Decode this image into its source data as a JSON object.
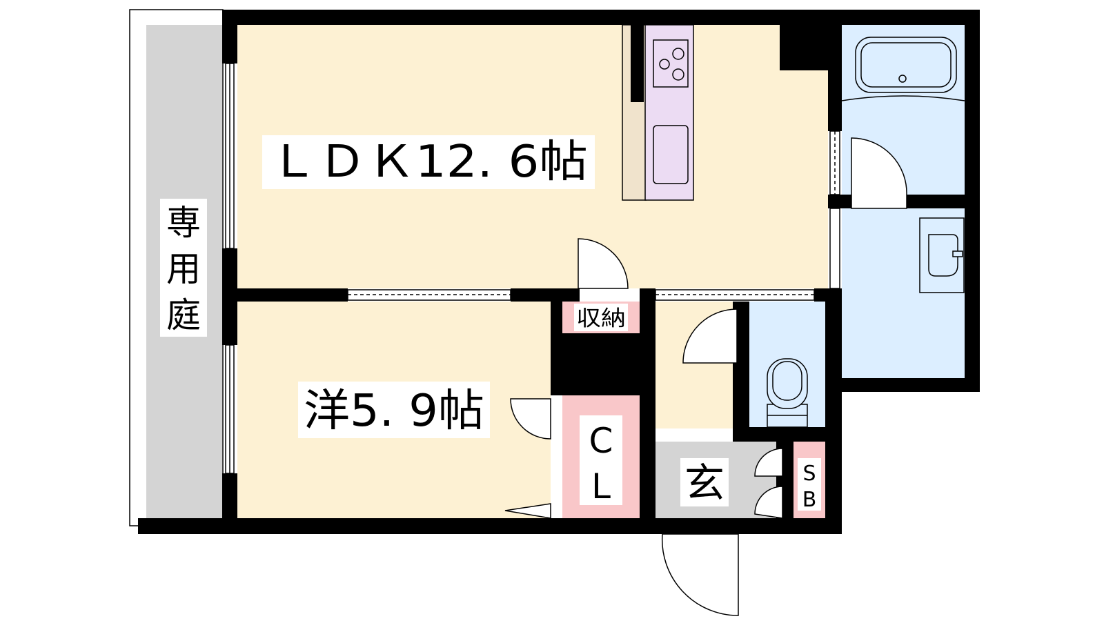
{
  "rooms": {
    "ldk": "ＬＤＫ12. 6帖",
    "western": "洋5. 9帖",
    "storage": "収納",
    "closet_c": "C",
    "closet_l": "L",
    "entrance": "玄",
    "shoebox_s": "S",
    "shoebox_b": "B",
    "garden": [
      "専",
      "用",
      "庭"
    ]
  },
  "colors": {
    "living": "#fdf1d3",
    "kitchen": "#ecdcf3",
    "counter": "#f0e3cc",
    "wet_area": "#dceeff",
    "storage": "#f9c7c9",
    "entrance": "#d4d4d4",
    "garden": "#d4d4d4",
    "wall": "#000000"
  }
}
